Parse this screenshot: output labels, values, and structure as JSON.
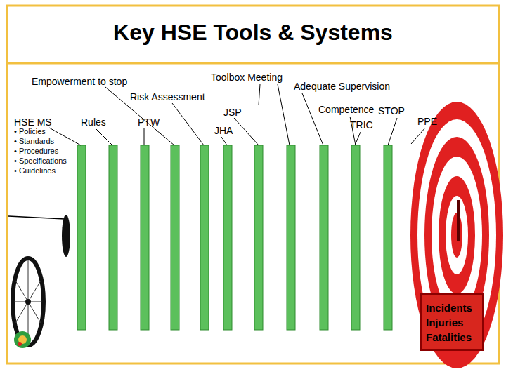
{
  "diagram": {
    "title": "Key HSE Tools & Systems",
    "nodes": [
      {
        "text": [
          "Incidents Injuries Fatalities"
        ]
      }
    ],
    "labels": [
      "Empowerment to stop",
      "Toolbox Meeting",
      "Adequate Supervision",
      "Risk Assessment",
      "HSE MS",
      "• Policies",
      "• Standards",
      "• Procedures",
      "• Specifications",
      "• Guidelines",
      "Rules",
      "PTW",
      "JSP",
      "JHA",
      "Competence",
      "STOP",
      "TRIC",
      "PPE"
    ]
  }
}
